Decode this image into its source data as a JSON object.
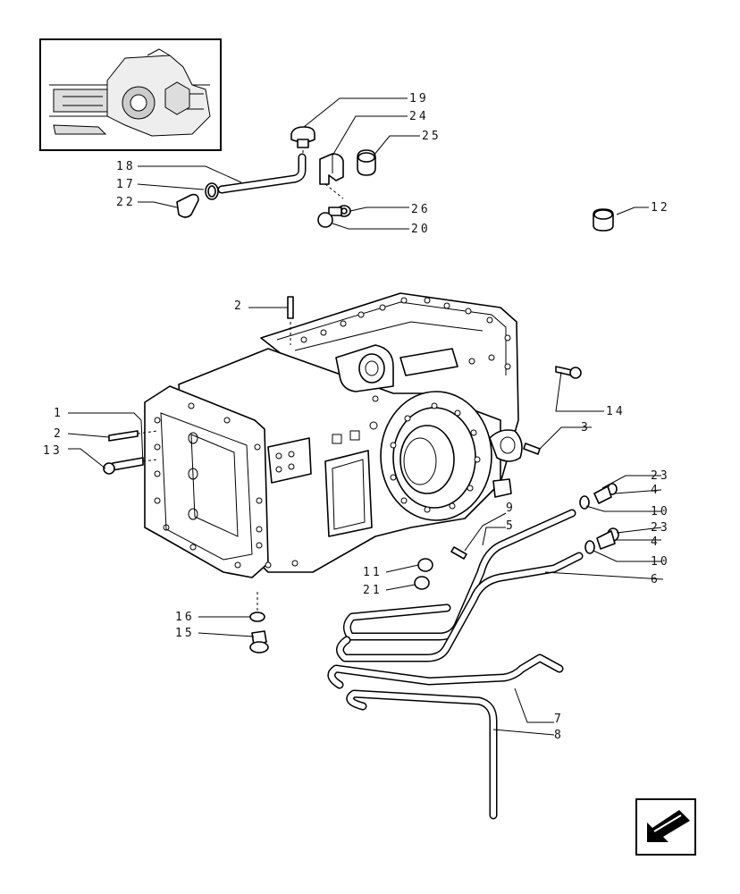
{
  "callouts": {
    "c1": "1",
    "c2a": "2",
    "c2b": "2",
    "c3": "3",
    "c4a": "4",
    "c4b": "4",
    "c5": "5",
    "c6": "6",
    "c7": "7",
    "c8": "8",
    "c9": "9",
    "c10a": "10",
    "c10b": "10",
    "c11": "11",
    "c12": "12",
    "c13": "13",
    "c14": "14",
    "c15": "15",
    "c16": "16",
    "c17": "17",
    "c18": "18",
    "c19": "19",
    "c20": "20",
    "c21": "21",
    "c22": "22",
    "c23a": "23",
    "c23b": "23",
    "c24": "24",
    "c25": "25",
    "c26": "26"
  },
  "icons": {
    "inset": "assembly-overview-thumbnail",
    "nav": "next-page-arrow-icon"
  }
}
